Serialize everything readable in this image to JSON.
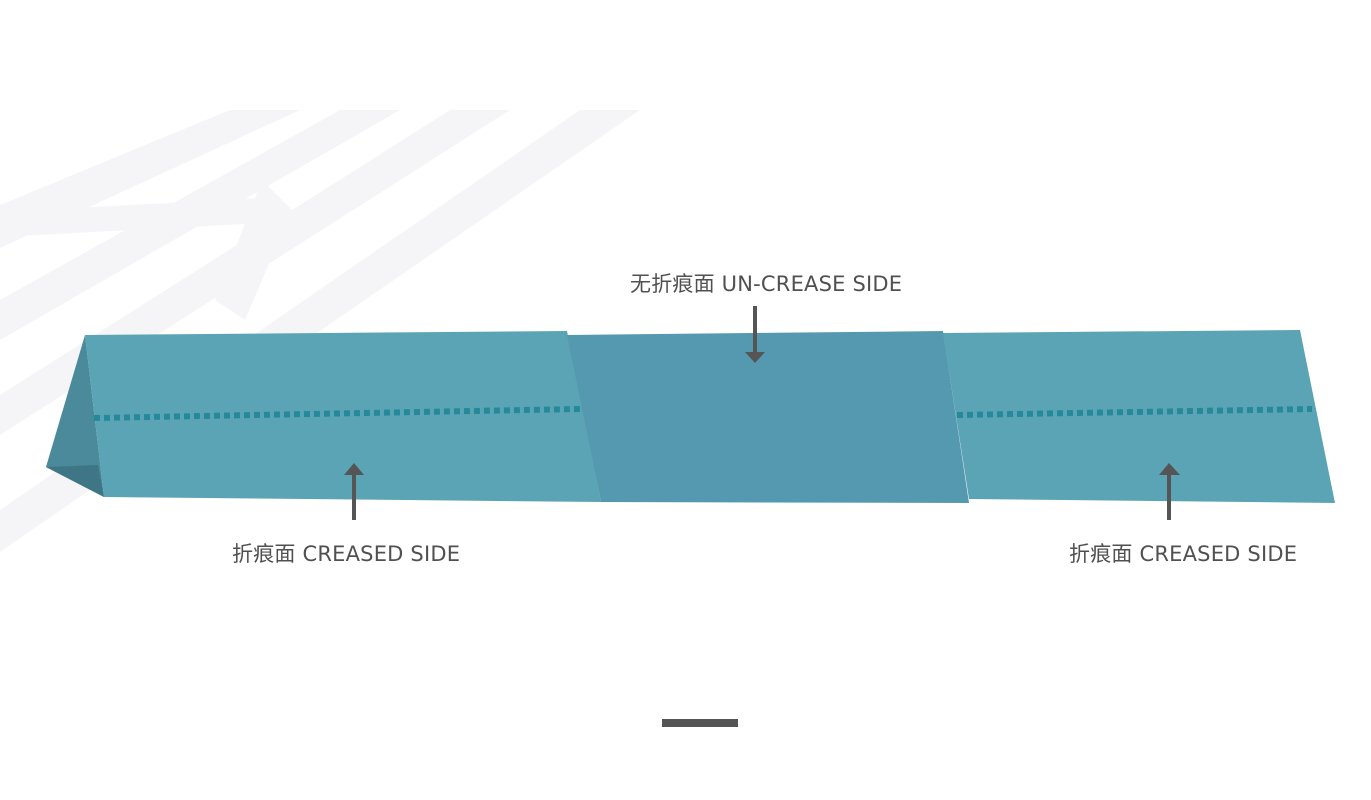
{
  "labels": {
    "uncrease_side": "无折痕面 UN-CREASE SIDE",
    "creased_side_left": "折痕面 CREASED SIDE",
    "creased_side_right": "折痕面 CREASED SIDE"
  },
  "colors": {
    "creased_panel": "#5ba4b5",
    "uncrease_panel": "#5599b0",
    "end_face": "#4a8a9a",
    "end_face_bottom": "#3e7686",
    "crease_line": "#26899a",
    "arrow": "#555555",
    "label_text": "#505050",
    "background_stripes": "#f5f5f7",
    "page_indicator": "#555555"
  },
  "icons": [
    "arrow-up-icon",
    "arrow-down-icon"
  ]
}
